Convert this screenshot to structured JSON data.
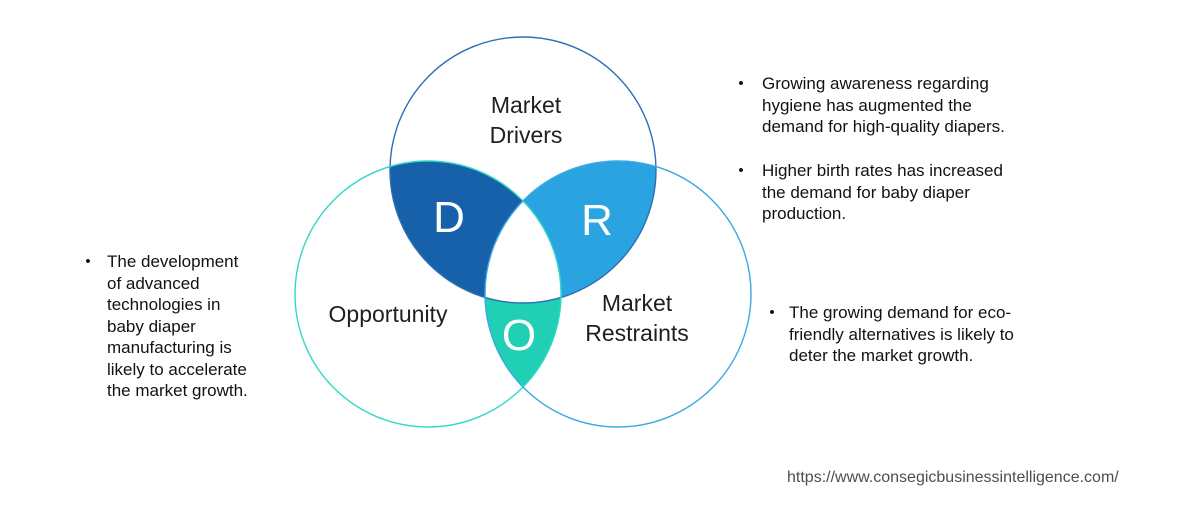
{
  "colors": {
    "d_fill": "#1661a9",
    "r_fill": "#2aa3e1",
    "o_fill": "#20cfb4",
    "center_fill": "#ffffff",
    "drivers_stroke": "#2f6eb5",
    "opportunity_stroke": "#2fd9c6",
    "restraints_stroke": "#3ba9e3",
    "label_text": "#1f1f1f",
    "note_text": "#121212",
    "url_text": "#4e4e4e"
  },
  "venn": {
    "drivers_label": "Market\nDrivers",
    "opportunity_label": "Opportunity",
    "restraints_label": "Market\nRestraints",
    "d_letter": "D",
    "r_letter": "R",
    "o_letter": "O"
  },
  "notes": {
    "bullet_glyph": "•",
    "left": "The development\nof advanced\ntechnologies in\nbaby diaper\nmanufacturing is\nlikely to accelerate\nthe market growth.",
    "right_top_1": "Growing awareness regarding\nhygiene has augmented the\ndemand for high-quality diapers.",
    "right_top_2": "Higher birth rates has increased\nthe demand for baby diaper\nproduction.",
    "right_bottom": "The growing demand for eco-\nfriendly alternatives is likely to\ndeter the market growth."
  },
  "footer": {
    "url": "https://www.consegicbusinessintelligence.com/"
  }
}
